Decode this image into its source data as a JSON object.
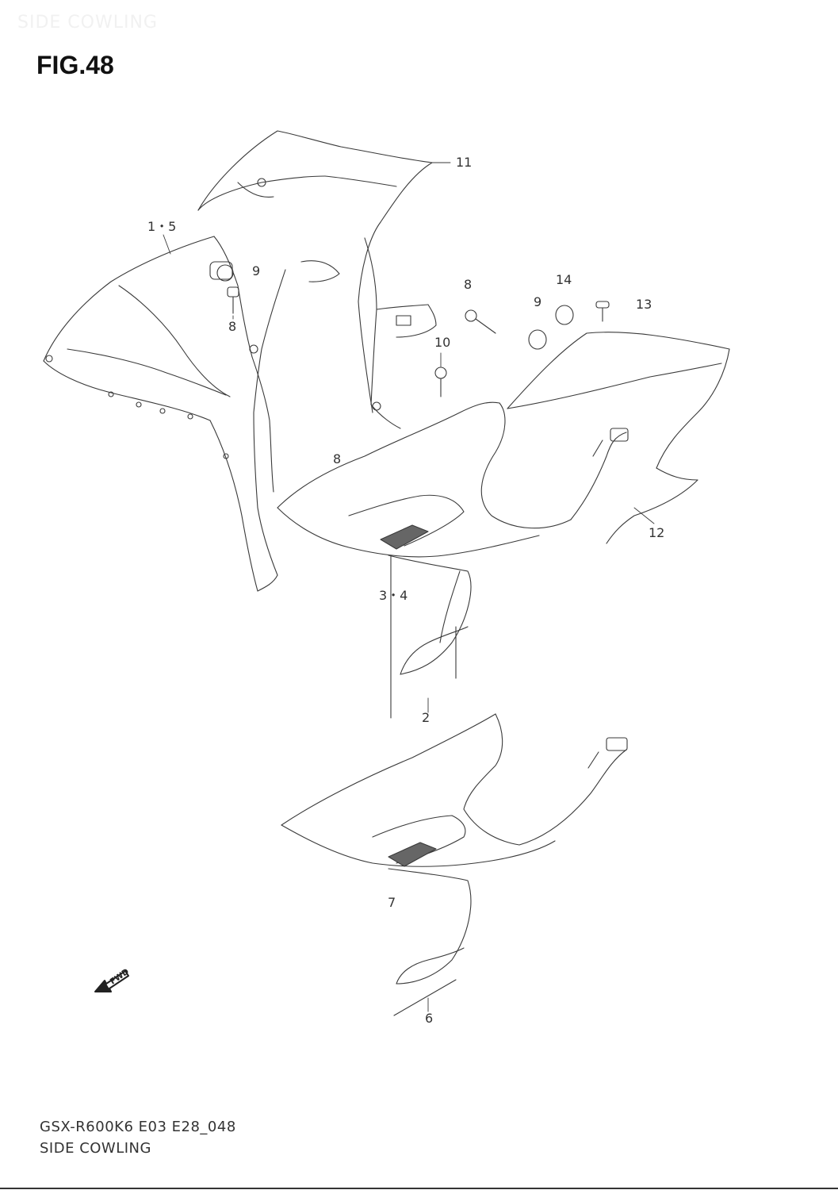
{
  "header": {
    "watermark": "SIDE COWLING",
    "figure_title": "FIG.48"
  },
  "callouts": {
    "c11": "11",
    "c1_5": "1・5",
    "c9a": "9",
    "c8a": "8",
    "c8b": "8",
    "c14": "14",
    "c9b": "9",
    "c13": "13",
    "c10": "10",
    "c8c": "8",
    "c12": "12",
    "c3_4": "3・4",
    "c2": "2",
    "c7": "7",
    "c6": "6"
  },
  "fwd_badge": "FWD",
  "footer": {
    "code": "GSX-R600K6 E03 E28_048",
    "caption": "SIDE COWLING"
  }
}
